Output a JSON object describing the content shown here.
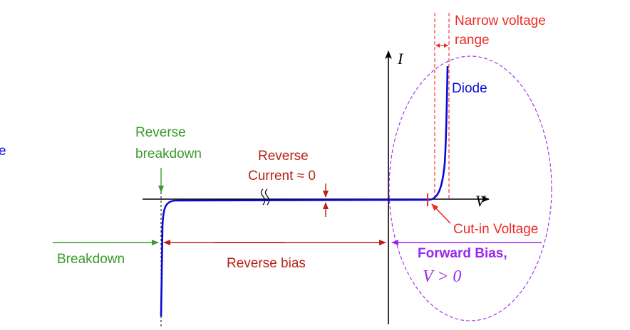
{
  "colors": {
    "curve": "#0a0ad6",
    "axis": "#000000",
    "red": "#ee2a24",
    "darkred": "#b82318",
    "green": "#3a9a2b",
    "purple": "#9a27f0"
  },
  "axes": {
    "y_label": "I",
    "x_label": "V"
  },
  "labels": {
    "narrow_voltage_1": "Narrow voltage",
    "narrow_voltage_2": "range",
    "diode": "Diode",
    "reverse_breakdown_1": "Reverse",
    "reverse_breakdown_2": "breakdown",
    "reverse_current_1": "Reverse",
    "reverse_current_2": "Current ≈ 0",
    "cut_in_voltage": "Cut-in Voltage",
    "breakdown": "Breakdown",
    "reverse_bias": "Reverse bias",
    "forward_bias": "Forward Bias,",
    "v_gt_zero": "V > 0",
    "left_edge_fragment": "e"
  }
}
